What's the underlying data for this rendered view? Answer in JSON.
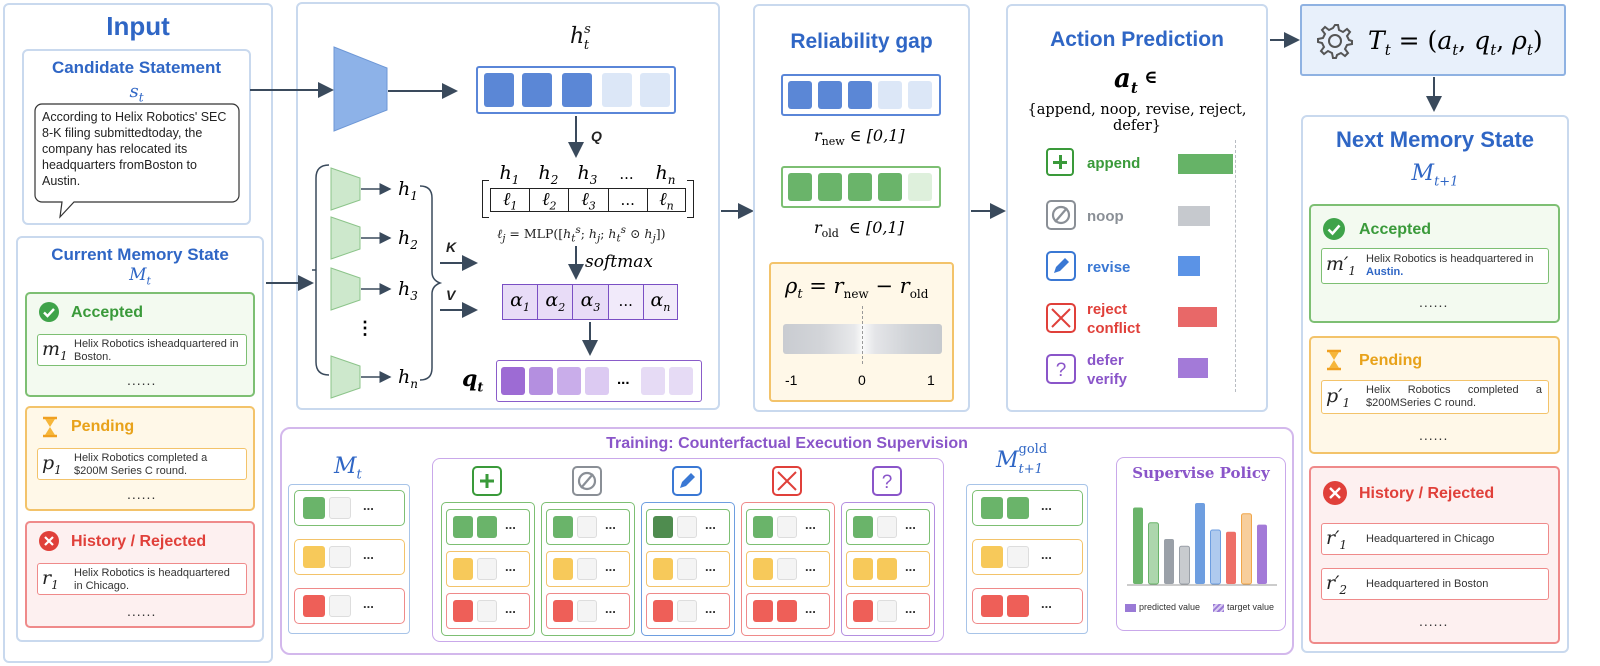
{
  "input": {
    "title": "Input",
    "candidate_title": "Candidate Statement",
    "candidate_symbol": "s_t",
    "candidate_text": "According to Helix Robotics' SEC 8-K filing submittedtoday, the company has relocated its headquarters fromBoston to Austin.",
    "memory_title": "Current Memory State",
    "memory_symbol": "M_t",
    "accepted_title": "Accepted",
    "accepted_symbol": "m_1",
    "accepted_text": "Helix Robotics isheadquartered in Boston.",
    "pending_title": "Pending",
    "pending_symbol": "p_1",
    "pending_text": "Helix Robotics completed a $200M Series C round.",
    "rejected_title": "History / Rejected",
    "rejected_symbol": "r_1",
    "rejected_text": "Helix Robotics is headquartered in Chicago.",
    "ellipsis": "......"
  },
  "encoder": {
    "hs_label": "h_t^s",
    "q_label": "Q",
    "k_label": "K",
    "v_label": "V",
    "h_labels": [
      "h1",
      "h2",
      "h3",
      "hn"
    ],
    "vdots": "⋮",
    "matrix_h": [
      "h1",
      "h2",
      "h3",
      "...",
      "hn"
    ],
    "matrix_l": [
      "ℓ1",
      "ℓ2",
      "ℓ3",
      "...",
      "ℓn"
    ],
    "formula": "ℓj = MLP([h_t^s; hj; h_t^s ⊙ hj])",
    "softmax": "softmax",
    "alphas": [
      "α1",
      "α2",
      "α3",
      "...",
      "αn"
    ],
    "q_t": "q_t",
    "q_dots": "..."
  },
  "reliability": {
    "title": "Reliability gap",
    "r_new": "r_new ∈ [0,1]",
    "r_old": "r_old ∈ [0,1]",
    "rho_formula": "ρt = r_new − r_old",
    "scale": [
      "-1",
      "0",
      "1"
    ]
  },
  "action": {
    "title": "Action Prediction",
    "a_t": "a_t ∈",
    "set": "{append, noop, revise, reject, defer}",
    "items": [
      {
        "label": "append",
        "color": "#3a9a3a",
        "value": 0.95
      },
      {
        "label": "noop",
        "color": "#8a8f96",
        "value": 0.55
      },
      {
        "label": "revise",
        "color": "#3a78d4",
        "value": 0.38
      },
      {
        "label": "reject\nconflict",
        "color": "#e0403a",
        "value": 0.68
      },
      {
        "label": "defer\nverify",
        "color": "#8a55c9",
        "value": 0.52
      }
    ]
  },
  "output": {
    "formula": "T_t = (a_t, q_t, ρ_t)",
    "next_title": "Next Memory State",
    "next_symbol": "M_{t+1}",
    "accepted_title": "Accepted",
    "accepted_symbol": "m′1",
    "accepted_text": "Helix Robotics is headquartered in ",
    "accepted_highlight": "Austin.",
    "pending_title": "Pending",
    "pending_symbol": "p′1",
    "pending_text": "Helix Robotics completed a $200MSeries C round.",
    "rejected_title": "History / Rejected",
    "rejected_items": [
      {
        "symbol": "r′1",
        "text": "Headquartered in Chicago"
      },
      {
        "symbol": "r′2",
        "text": "Headquartered in Boston"
      }
    ],
    "ellipsis": "......"
  },
  "training": {
    "title": "Training: Counterfactual Execution Supervision",
    "m_t": "M_t",
    "m_gold": "M_{t+1}^gold",
    "policy_title": "Supervise Policy",
    "legend": [
      "predicted value",
      "target value"
    ],
    "policy_bars": [
      0.85,
      0.68,
      0.5,
      0.42,
      0.9,
      0.6,
      0.58,
      0.78,
      0.66
    ],
    "dots": "..."
  },
  "colors": {
    "blue": "#2f66c5",
    "green": "#3a9a3a",
    "orange": "#e8a21a",
    "red": "#e0403a",
    "purple": "#8a55c9",
    "gray": "#8a8f96"
  }
}
